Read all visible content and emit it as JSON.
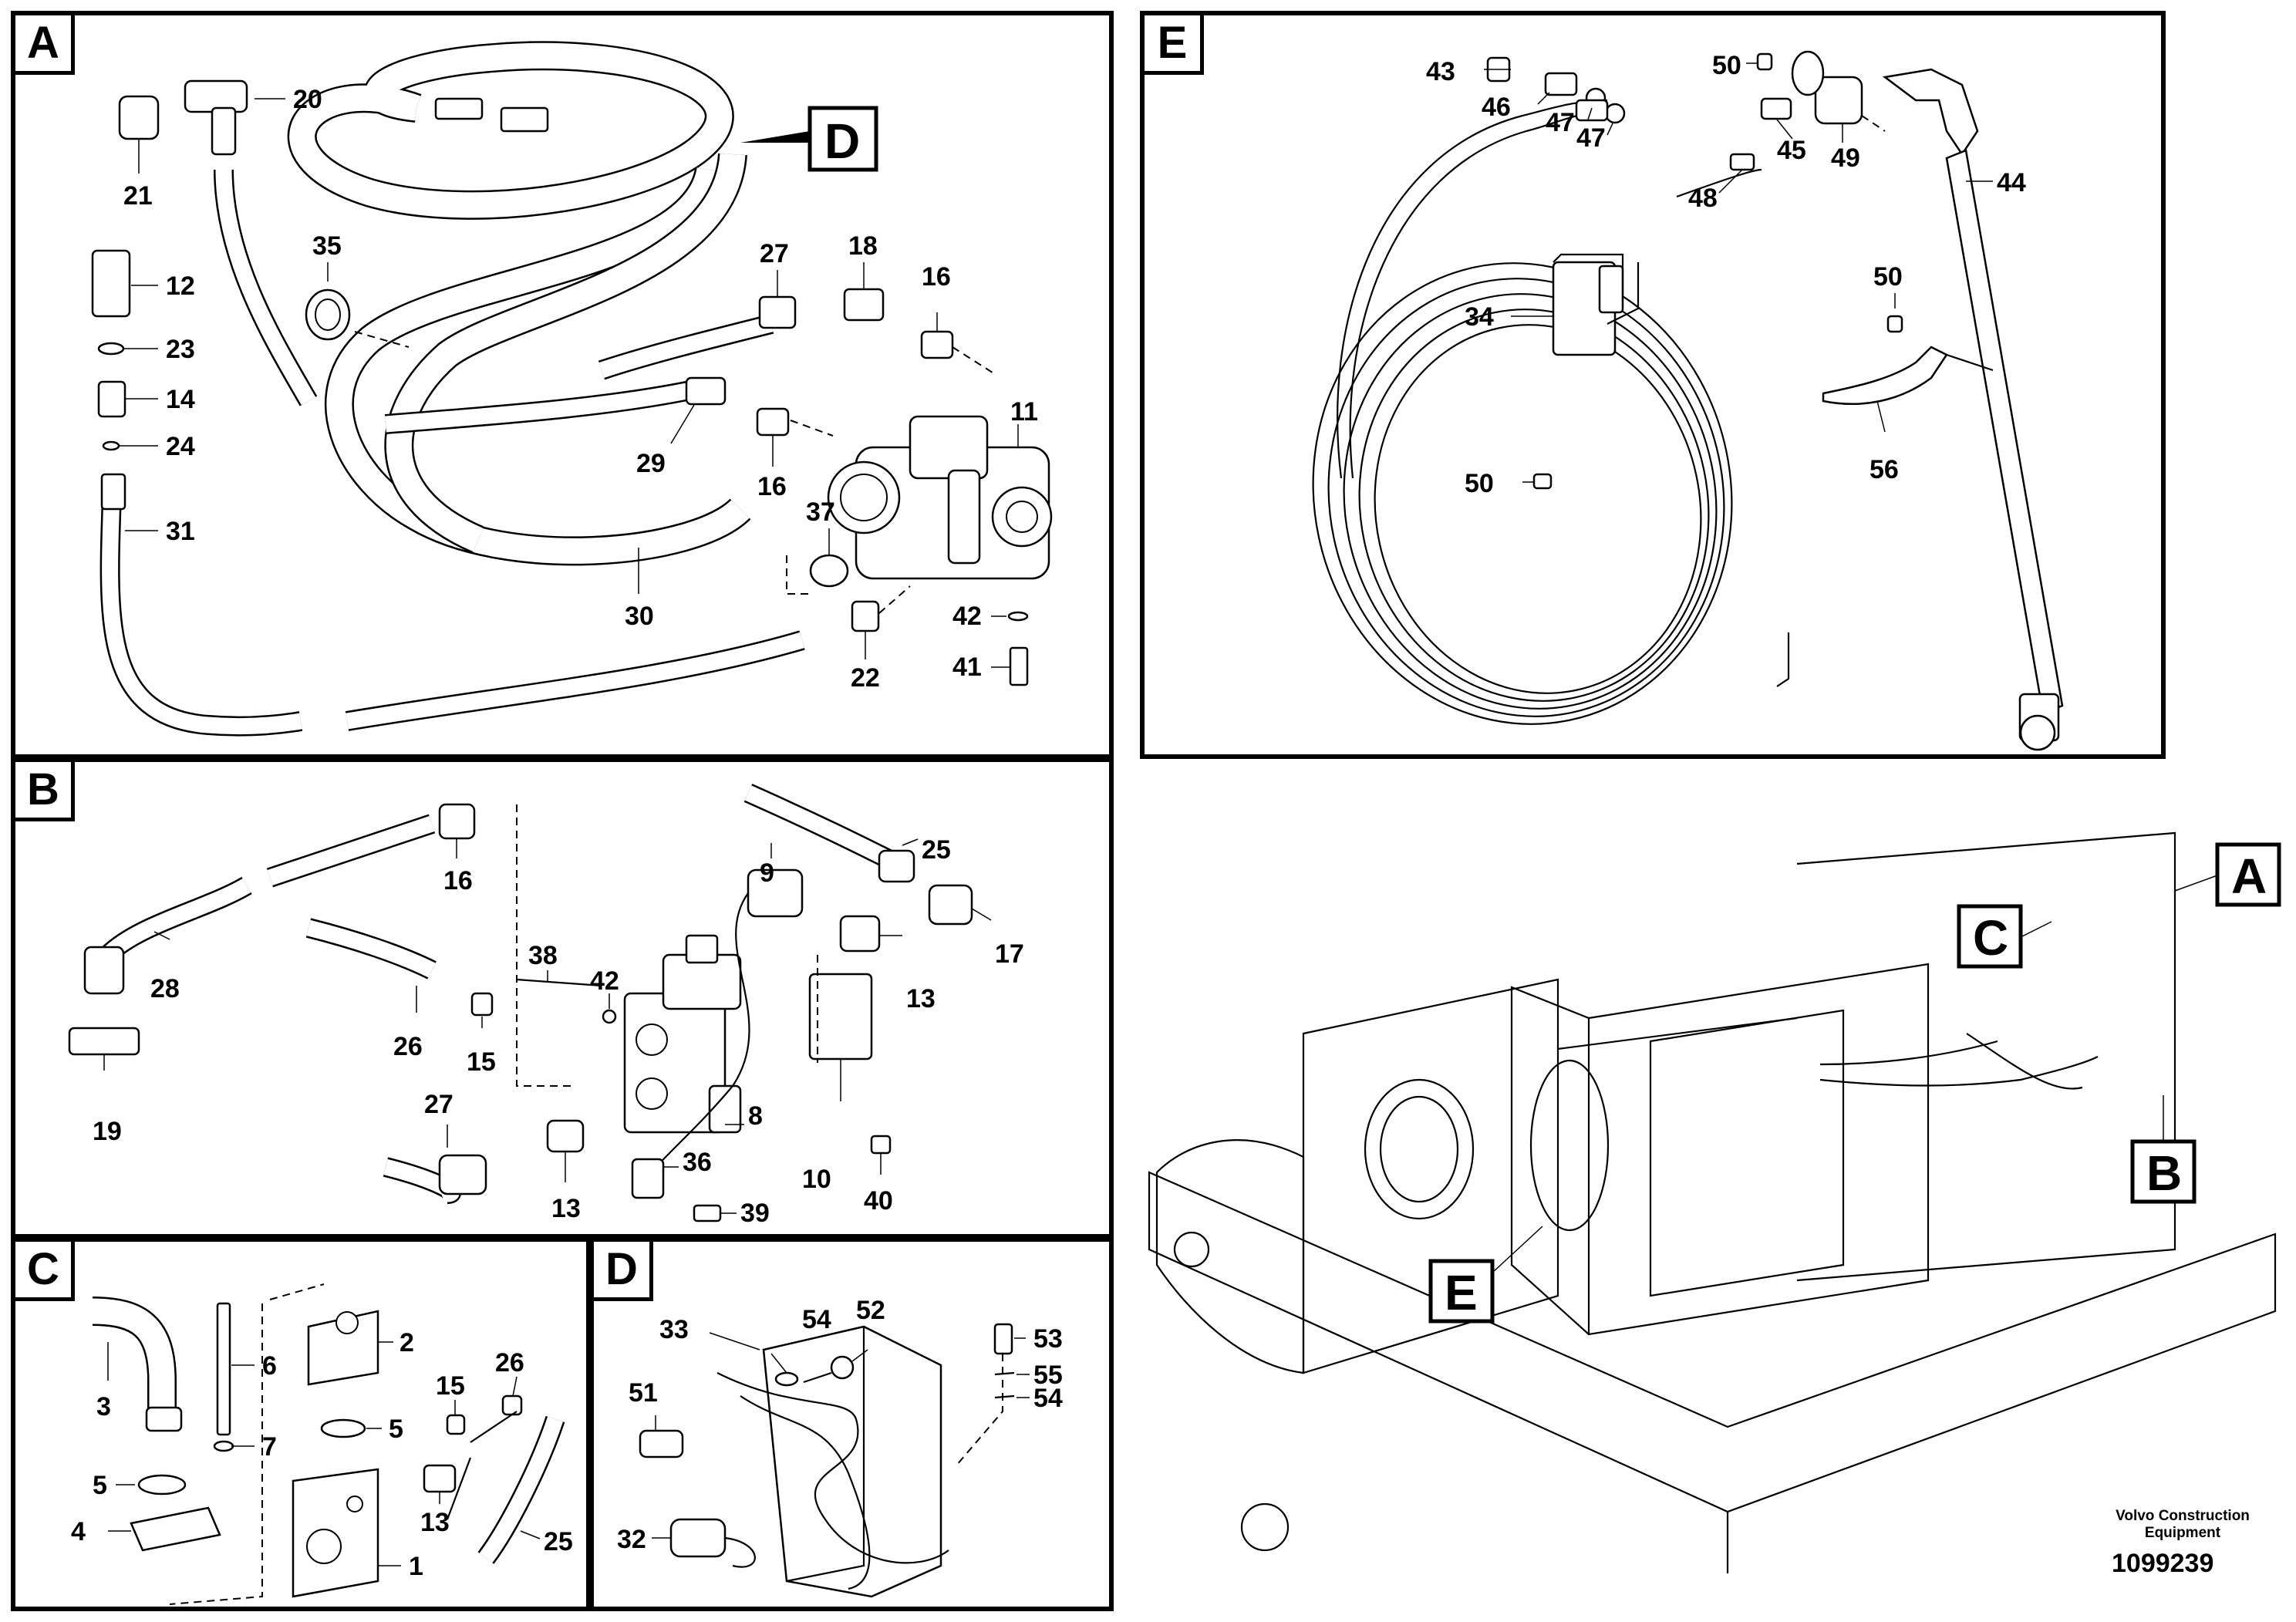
{
  "panels": {
    "A": {
      "letter": "A",
      "callouts": [
        "20",
        "21",
        "12",
        "23",
        "14",
        "24",
        "31",
        "35",
        "27",
        "18",
        "16",
        "29",
        "16",
        "11",
        "37",
        "30",
        "22",
        "42",
        "41"
      ],
      "ref_box": "D"
    },
    "B": {
      "letter": "B",
      "callouts": [
        "16",
        "28",
        "19",
        "26",
        "15",
        "38",
        "42",
        "9",
        "25",
        "17",
        "13",
        "8",
        "27",
        "13",
        "36",
        "39",
        "10",
        "40"
      ]
    },
    "C": {
      "letter": "C",
      "callouts": [
        "3",
        "6",
        "7",
        "5",
        "4",
        "2",
        "5",
        "15",
        "26",
        "13",
        "25",
        "1"
      ]
    },
    "D": {
      "letter": "D",
      "callouts": [
        "33",
        "54",
        "52",
        "51",
        "32",
        "53",
        "55",
        "54"
      ]
    },
    "E": {
      "letter": "E",
      "callouts": [
        "43",
        "46",
        "47",
        "47",
        "50",
        "45",
        "49",
        "48",
        "44",
        "34",
        "50",
        "50",
        "56"
      ]
    }
  },
  "overview": {
    "callout_boxes": [
      "A",
      "B",
      "C",
      "E"
    ]
  },
  "footer": {
    "company_line1": "Volvo Construction",
    "company_line2": "Equipment",
    "doc_number": "1099239"
  }
}
